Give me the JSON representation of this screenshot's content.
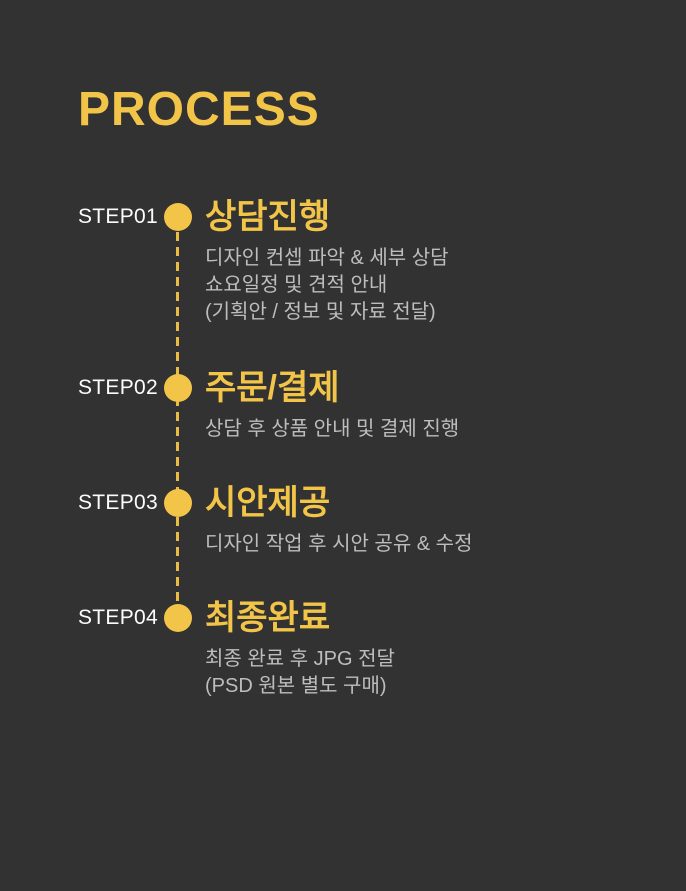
{
  "page": {
    "title": "PROCESS"
  },
  "theme": {
    "background": "#323233",
    "accent_yellow": "#F2C549",
    "step_label_color": "#FCFCFC",
    "description_color": "#BDBDBD"
  },
  "steps": [
    {
      "label": "STEP01",
      "title": "상담진행",
      "desc_lines": [
        "디자인 컨셉 파악 & 세부 상담",
        "쇼요일정 및 견적 안내",
        "(기획안 / 정보 및 자료 전달)"
      ]
    },
    {
      "label": "STEP02",
      "title": "주문/결제",
      "desc_lines": [
        "상담 후 상품 안내 및 결제 진행"
      ]
    },
    {
      "label": "STEP03",
      "title": "시안제공",
      "desc_lines": [
        "디자인 작업 후 시안 공유 & 수정"
      ]
    },
    {
      "label": "STEP04",
      "title": "최종완료",
      "desc_lines": [
        "최종 완료 후 JPG 전달",
        "(PSD 원본 별도 구매)"
      ]
    }
  ]
}
